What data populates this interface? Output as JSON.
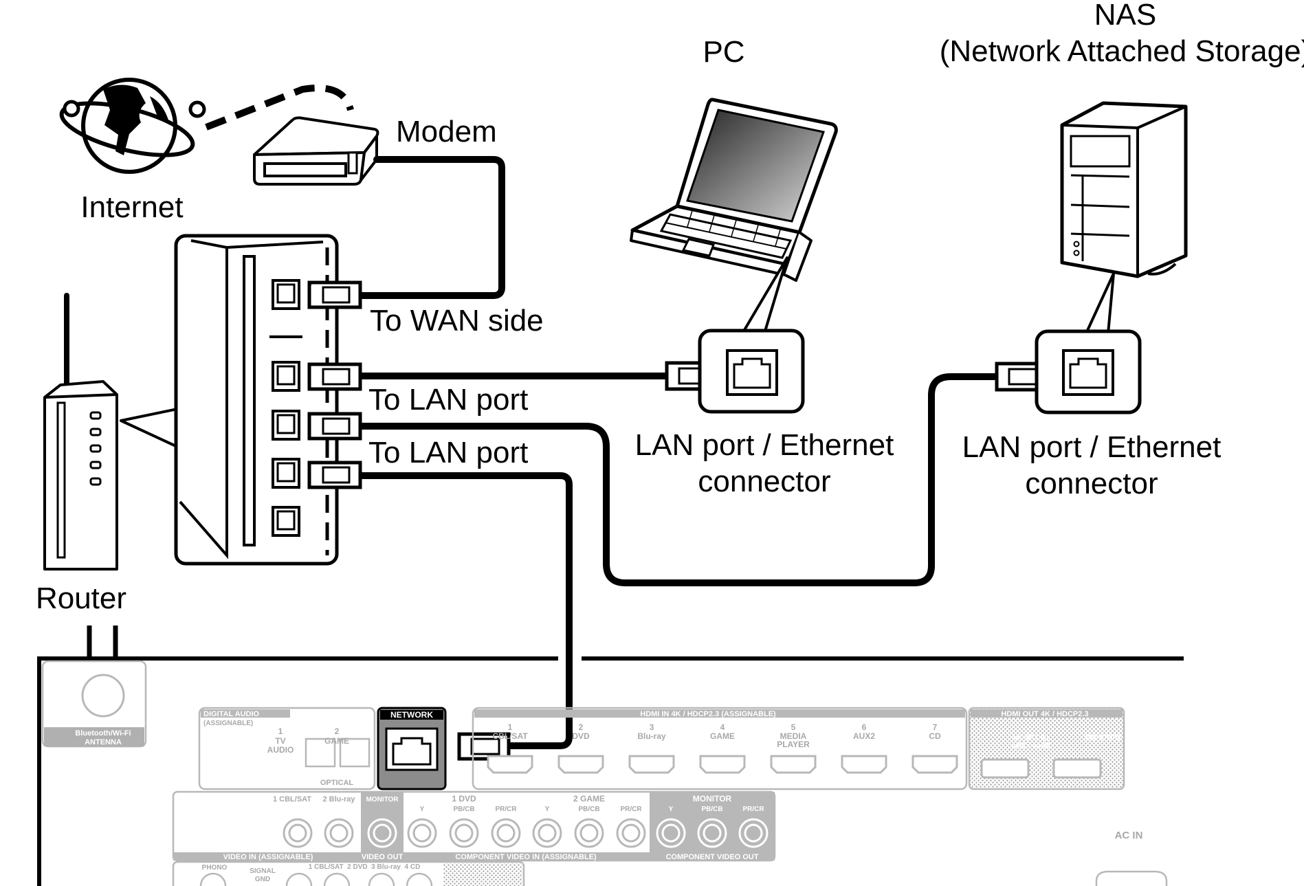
{
  "labels": {
    "nas": "NAS",
    "nas_full": "(Network Attached Storage)",
    "pc": "PC",
    "modem": "Modem",
    "internet": "Internet",
    "router": "Router",
    "wan": "To WAN side",
    "lan1": "To LAN port",
    "lan2": "To LAN port",
    "pc_port_line1": "LAN port / Ethernet",
    "pc_port_line2": "connector",
    "nas_port_line1": "LAN port / Ethernet",
    "nas_port_line2": "connector"
  },
  "panel": {
    "antenna_line1": "Bluetooth/Wi-Fi",
    "antenna_line2": "ANTENNA",
    "digital_audio": "DIGITAL AUDIO",
    "in": "IN",
    "out": "OUT",
    "assignable": "(ASSIGNABLE)",
    "tv_num": "1",
    "tv_line1": "TV",
    "tv_line2": "AUDIO",
    "game_num": "2",
    "game": "GAME",
    "optical": "OPTICAL",
    "network": "NETWORK",
    "hdmi": "HDMI",
    "hdcp": "4K / HDCP2.3",
    "hdmi_inputs": [
      {
        "num": "1",
        "name": "CBL/SAT"
      },
      {
        "num": "2",
        "name": "DVD"
      },
      {
        "num": "3",
        "name": "Blu-ray"
      },
      {
        "num": "4",
        "name": "GAME"
      },
      {
        "num": "5",
        "name": "MEDIA PLAYER"
      },
      {
        "num": "6",
        "name": "AUX2"
      },
      {
        "num": "7",
        "name": "CD"
      }
    ],
    "monitor1_line1": "MONITOR1",
    "monitor1_line2": "ARC / eARC",
    "monitor2": "MONITOR2",
    "video_cbl": "1 CBL/SAT",
    "video_bluray": "2 Blu-ray",
    "monitor": "MONITOR",
    "comp_1dvd": "1 DVD",
    "comp_2game": "2 GAME",
    "y": "Y",
    "pb": "PB/CB",
    "pr": "PR/CR",
    "video": "VIDEO",
    "component_video": "COMPONENT VIDEO",
    "phono": "PHONO",
    "signal_line1": "SIGNAL",
    "signal_line2": "GND",
    "analog_inputs": "1 CBL/SAT  2 DVD  3 Blu-ray  4 CD",
    "ac_in": "AC IN"
  },
  "colors": {
    "line": "#000000",
    "panel_gray": "#b8b8b8",
    "network_highlight": "#8c8c8c"
  }
}
